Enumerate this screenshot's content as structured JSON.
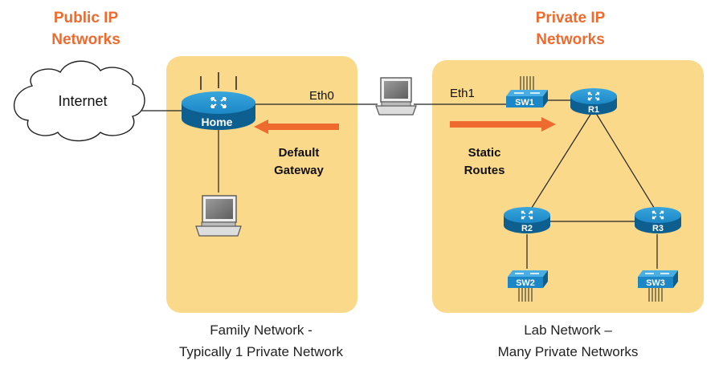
{
  "headings": {
    "public_line1": "Public IP",
    "public_line2": "Networks",
    "private_line1": "Private IP",
    "private_line2": "Networks"
  },
  "cloud": {
    "label": "Internet"
  },
  "family": {
    "router_label": "Home",
    "eth_label": "Eth0",
    "arrow_label_line1": "Default",
    "arrow_label_line2": "Gateway",
    "caption_line1": "Family Network -",
    "caption_line2": "Typically 1 Private Network"
  },
  "lab": {
    "eth_label": "Eth1",
    "arrow_label_line1": "Static",
    "arrow_label_line2": "Routes",
    "caption_line1": "Lab Network –",
    "caption_line2": "Many Private Networks",
    "routers": [
      "R1",
      "R2",
      "R3"
    ],
    "switches": [
      "SW1",
      "SW2",
      "SW3"
    ]
  },
  "colors": {
    "zone_fill": "#fbd98a",
    "heading": "#ef6a2e",
    "arrow": "#ef6a2e",
    "device_blue": "#1b87c6",
    "device_dark": "#0d5f8f"
  }
}
